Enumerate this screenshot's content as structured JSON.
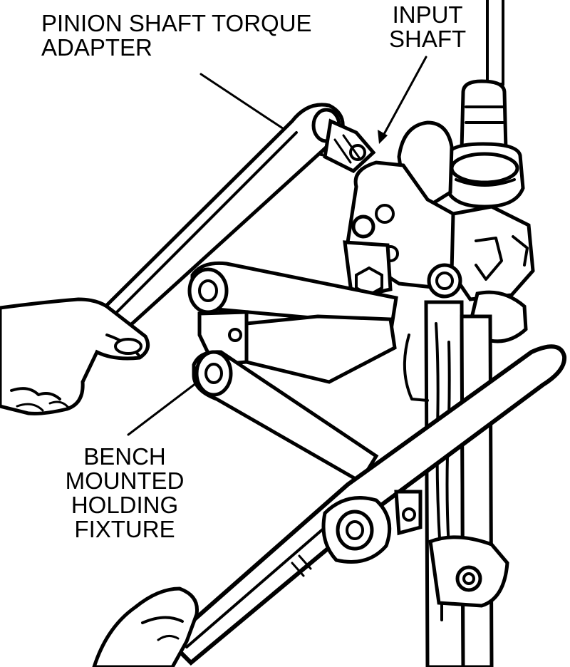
{
  "callouts": {
    "pinion_shaft_torque_adapter": [
      "PINION SHAFT TORQUE",
      "ADAPTER"
    ],
    "input_shaft": [
      "INPUT",
      "SHAFT"
    ],
    "bench_mounted_holding_fixture": [
      "BENCH",
      "MOUNTED",
      "HOLDING",
      "FIXTURE"
    ]
  },
  "colors": {
    "ink": "#000000",
    "paper": "#ffffff"
  }
}
